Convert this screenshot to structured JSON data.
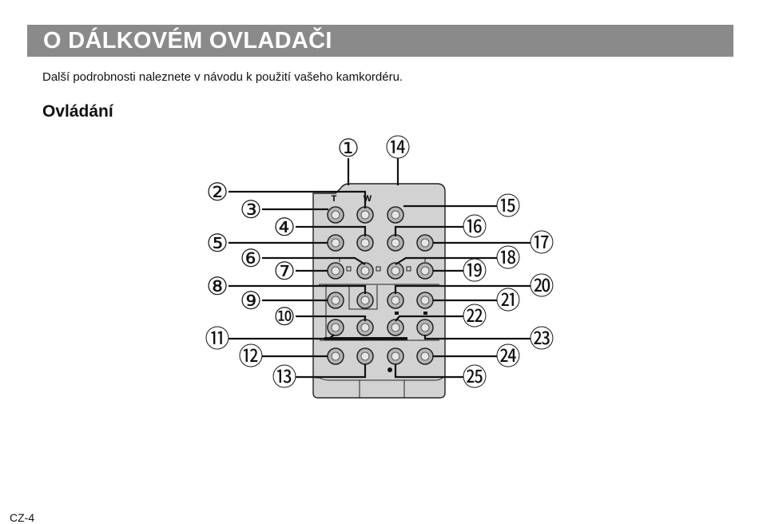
{
  "header": {
    "title": "O DÁLKOVÉM OVLADAČI"
  },
  "intro": "Další podrobnosti naleznete v návodu k použití vašeho kamkordéru.",
  "section_title": "Ovládání",
  "remote": {
    "zoom_t": "T",
    "zoom_w": "W",
    "callouts": [
      "①",
      "②",
      "③",
      "④",
      "⑤",
      "⑥",
      "⑦",
      "⑧",
      "⑨",
      "⑩",
      "⑪",
      "⑫",
      "⑬",
      "⑭",
      "⑮",
      "⑯",
      "⑰",
      "⑱",
      "⑲",
      "⑳",
      "㉑",
      "㉒",
      "㉓",
      "㉔",
      "㉕"
    ]
  },
  "footer": {
    "page_number": "CZ-4"
  }
}
